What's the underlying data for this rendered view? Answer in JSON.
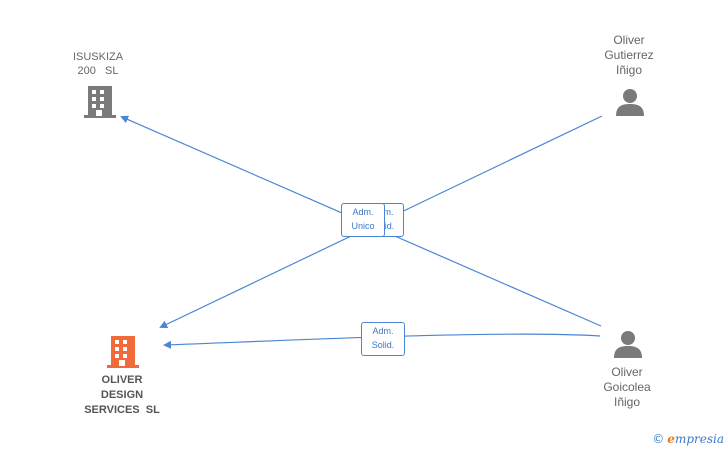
{
  "nodes": {
    "isuskiza": {
      "line1": "ISUSKIZA",
      "line2": "200   SL"
    },
    "oliver_design": {
      "line1": "OLIVER",
      "line2": "DESIGN",
      "line3": "SERVICES  SL"
    },
    "gutierrez": {
      "line1": "Oliver",
      "line2": "Gutierrez",
      "line3": "Iñigo"
    },
    "goicolea": {
      "line1": "Oliver",
      "line2": "Goicolea",
      "line3": "Iñigo"
    }
  },
  "edges": {
    "back_label": {
      "line1": "Adm.",
      "line2": "Solid."
    },
    "front_label": {
      "line1": "Adm.",
      "line2": "Unico"
    },
    "bottom_label": {
      "line1": "Adm.",
      "line2": "Solid."
    }
  },
  "colors": {
    "edge": "#4a86d4",
    "company_gray": "#7a7a7a",
    "company_highlight": "#f06a3a",
    "person_gray": "#7a7a7a"
  },
  "watermark": {
    "symbol": "©",
    "brand_initial": "e",
    "brand_rest": "mpresia"
  }
}
